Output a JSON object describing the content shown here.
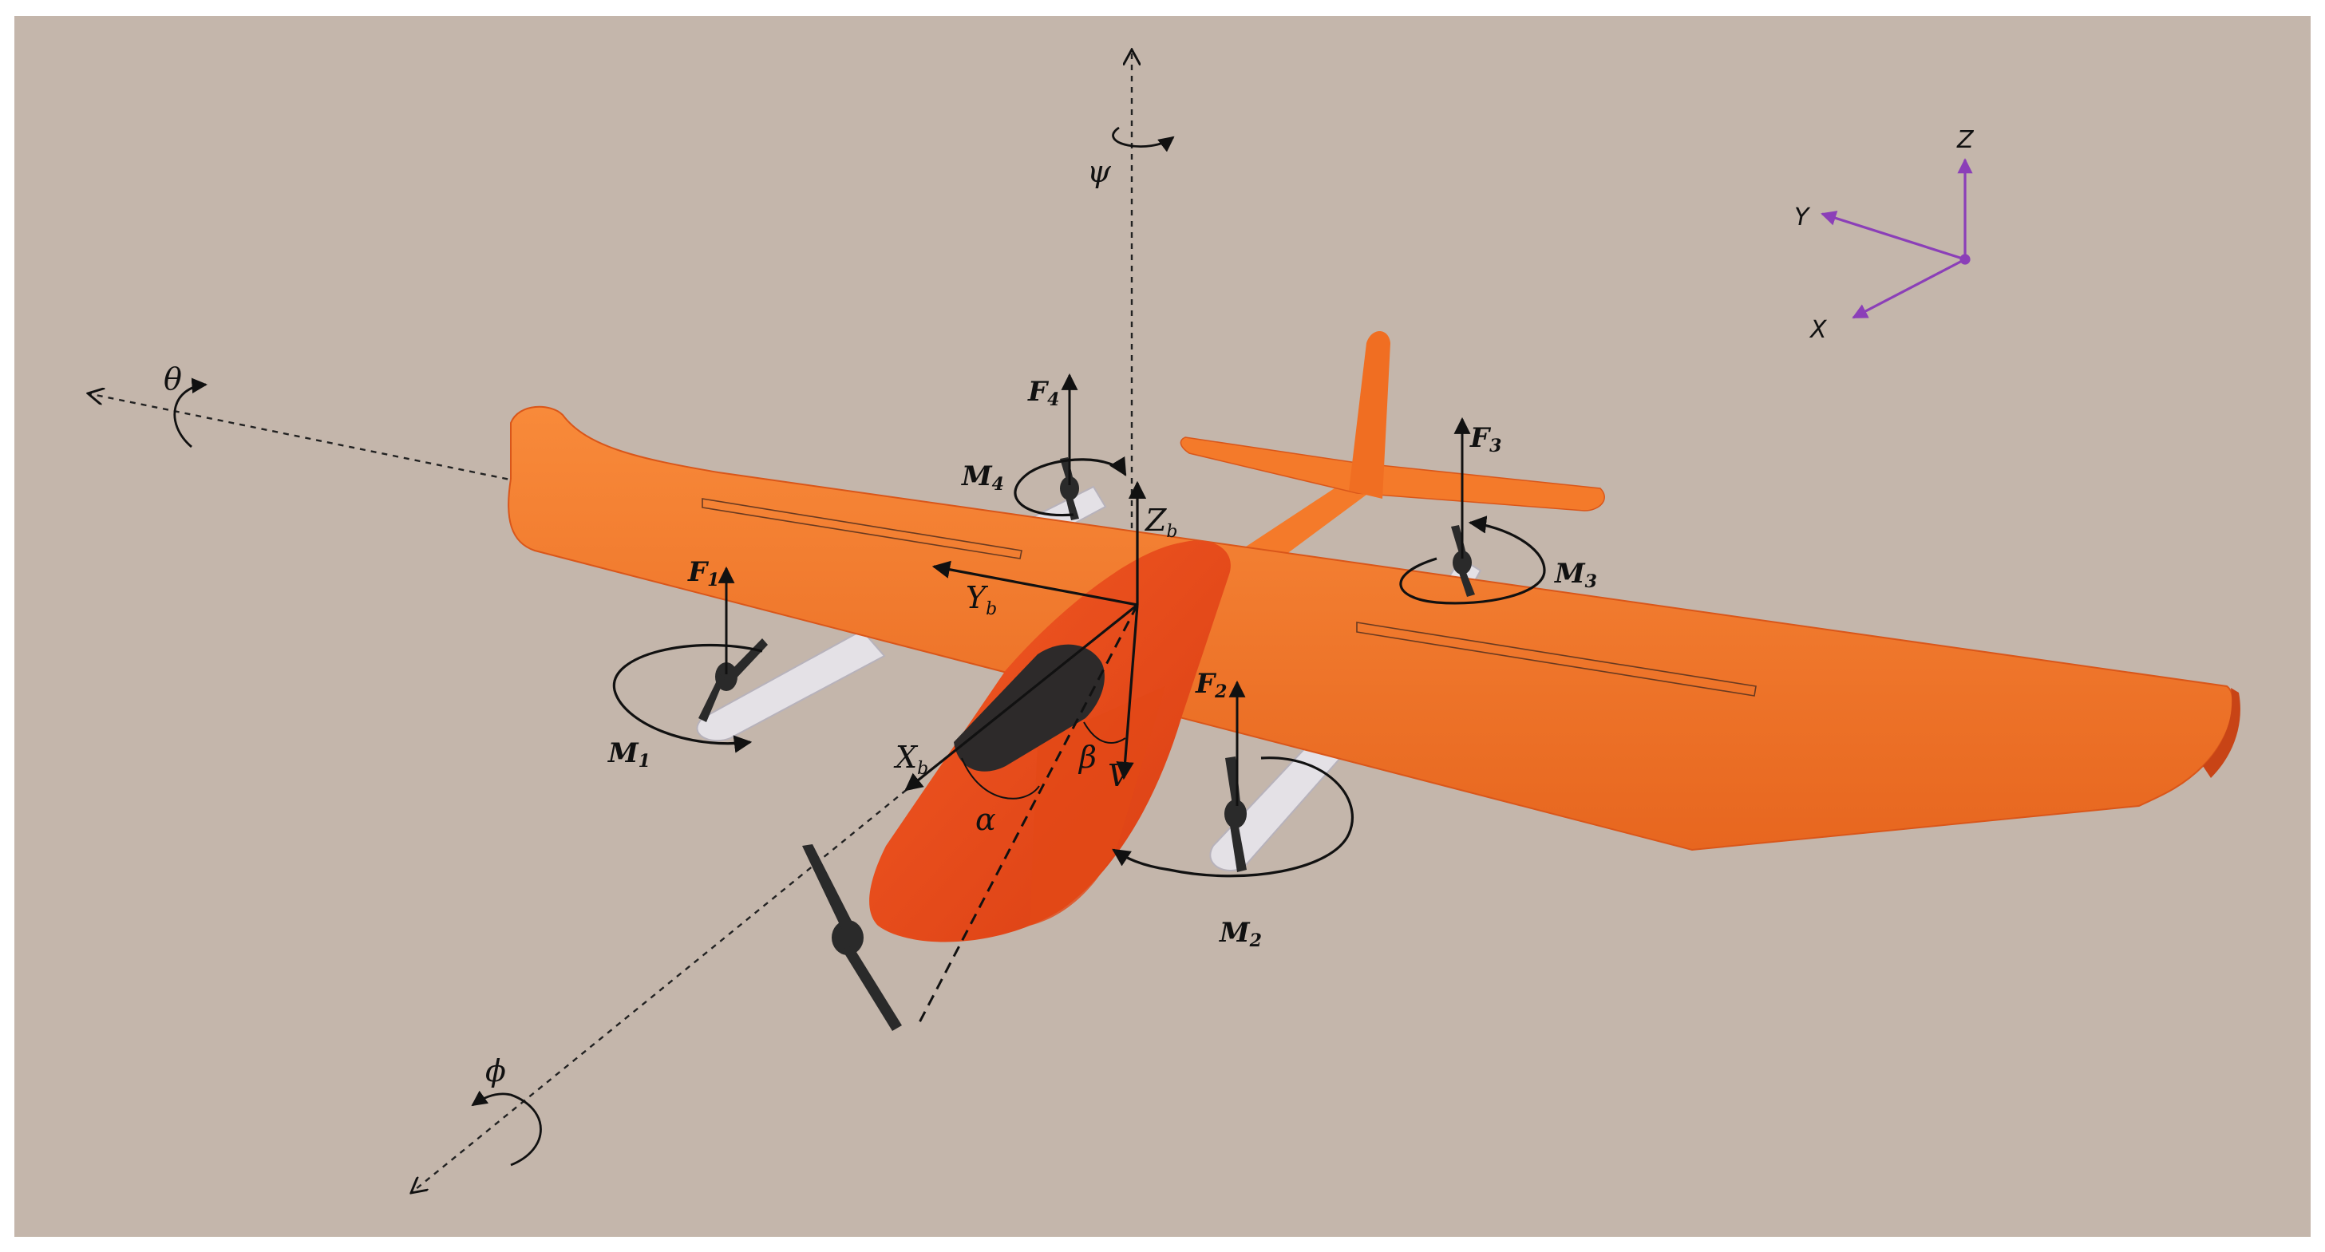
{
  "colors": {
    "background": "#c4b6ab",
    "airframe": "#f47a2a",
    "airframe_dark": "#d9561a",
    "nose": "#f04e1c",
    "boom": "#e4e1e6",
    "propeller": "#2a2a2a",
    "annotation": "#111111",
    "ref_frame": "#8b3fb8"
  },
  "reference_frame": {
    "x": "X",
    "y": "Y",
    "z": "Z"
  },
  "rotation_angles": {
    "psi": "ψ",
    "theta": "θ",
    "phi": "ϕ"
  },
  "body_axes": {
    "xb": {
      "main": "X",
      "sub": "b"
    },
    "yb": {
      "main": "Y",
      "sub": "b"
    },
    "zb": {
      "main": "Z",
      "sub": "b"
    },
    "v": "V"
  },
  "aero_angles": {
    "alpha": "α",
    "beta": "β"
  },
  "forces": [
    {
      "main": "F",
      "sub": "1"
    },
    {
      "main": "F",
      "sub": "2"
    },
    {
      "main": "F",
      "sub": "3"
    },
    {
      "main": "F",
      "sub": "4"
    }
  ],
  "moments": [
    {
      "main": "M",
      "sub": "1"
    },
    {
      "main": "M",
      "sub": "2"
    },
    {
      "main": "M",
      "sub": "3"
    },
    {
      "main": "M",
      "sub": "4"
    }
  ]
}
